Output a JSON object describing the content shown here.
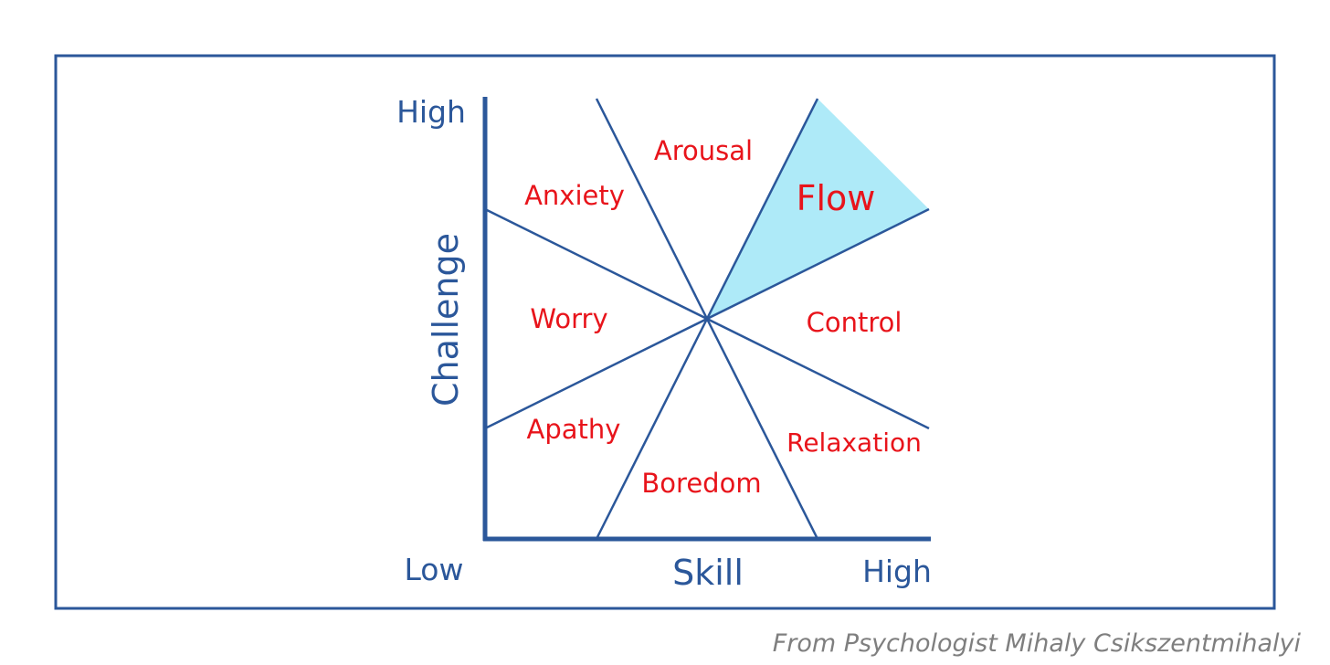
{
  "axes": {
    "y_label": "Challenge",
    "x_label": "Skill",
    "y_high": "High",
    "origin_low": "Low",
    "x_high": "High"
  },
  "regions": {
    "arousal": "Arousal",
    "anxiety": "Anxiety",
    "flow": "Flow",
    "worry": "Worry",
    "control": "Control",
    "apathy": "Apathy",
    "relaxation": "Relaxation",
    "boredom": "Boredom"
  },
  "credit": "From Psychologist Mihaly Csikszentmihalyi",
  "colors": {
    "line": "#2b579a",
    "label": "#e8141b",
    "flow_fill": "#aeeaf8",
    "credit": "#7f7f7f"
  }
}
